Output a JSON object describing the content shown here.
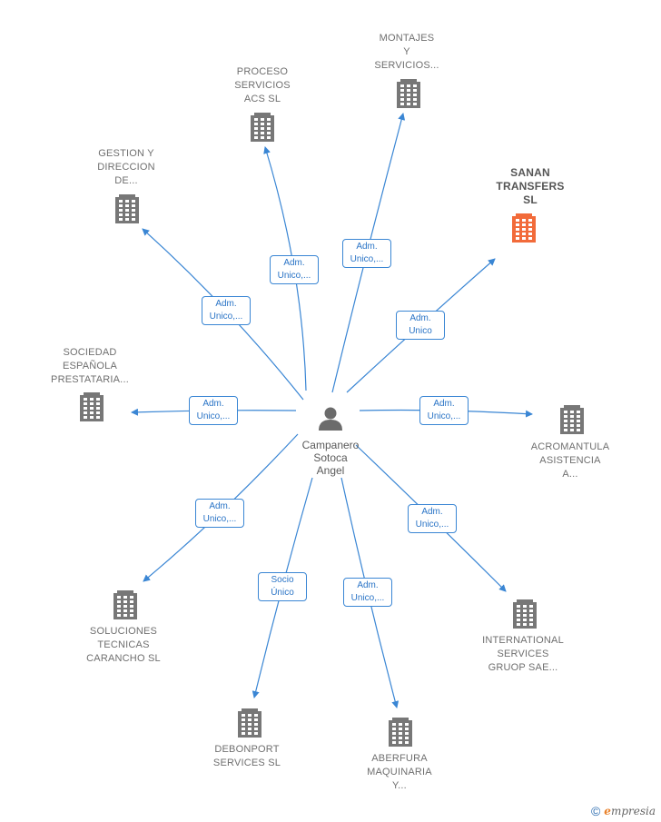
{
  "center": {
    "name": "Campanero\nSotoca\nAngel"
  },
  "nodes": [
    {
      "id": "proceso",
      "name": "PROCESO\nSERVICIOS\nACS  SL",
      "role": "Adm.\nUnico,...",
      "highlight": false
    },
    {
      "id": "montajes",
      "name": "MONTAJES\nY\nSERVICIOS...",
      "role": "Adm.\nUnico,...",
      "highlight": false
    },
    {
      "id": "gestion",
      "name": "GESTION Y\nDIRECCION\nDE...",
      "role": "Adm.\nUnico,...",
      "highlight": false
    },
    {
      "id": "sanan",
      "name": "SANAN\nTRANSFERS\nSL",
      "role": "Adm.\nUnico",
      "highlight": true
    },
    {
      "id": "sociedad",
      "name": "SOCIEDAD\nESPAÑOLA\nPRESTATARIA...",
      "role": "Adm.\nUnico,...",
      "highlight": false
    },
    {
      "id": "acromantula",
      "name": "ACROMANTULA\nASISTENCIA\nA...",
      "role": "Adm.\nUnico,...",
      "highlight": false
    },
    {
      "id": "soluciones",
      "name": "SOLUCIONES\nTECNICAS\nCARANCHO  SL",
      "role": "Adm.\nUnico,...",
      "highlight": false
    },
    {
      "id": "international",
      "name": "INTERNATIONAL\nSERVICES\nGRUOP SAE...",
      "role": "Adm.\nUnico,...",
      "highlight": false
    },
    {
      "id": "debonport",
      "name": "DEBONPORT\nSERVICES SL",
      "role": "Socio\nÚnico",
      "highlight": false
    },
    {
      "id": "aberfura",
      "name": "ABERFURA\nMAQUINARIA\nY...",
      "role": "Adm.\nUnico,...",
      "highlight": false
    }
  ],
  "colors": {
    "edge": "#3a86d4",
    "building": "#777777",
    "highlight_building": "#f26b3a",
    "person": "#6b6b6b"
  },
  "footer": {
    "copyright": "©",
    "brand_initial": "e",
    "brand_rest": "mpresia"
  }
}
